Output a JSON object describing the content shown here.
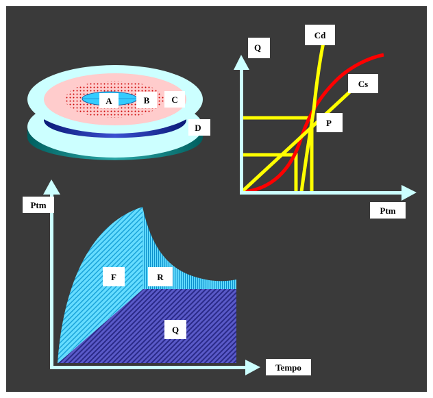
{
  "colors": {
    "background": "#3a3a3a",
    "frame": "#ffffff",
    "arrow": "#ccffff",
    "curve_red": "#ff0000",
    "curve_yellow": "#ffff00",
    "disc_outer": "#ccffff",
    "disc_pink": "#ffcccc",
    "disc_red_dots": "#cc0000",
    "disc_core": "#33ccff",
    "disc_side_blue": "#1a2a99",
    "disc_side_teal": "#008080",
    "area_light_blue": "#33ccff",
    "area_dark_blue": "#333399",
    "label_box": "#ffffff"
  },
  "disc": {
    "labels": {
      "a": "A",
      "b": "B",
      "c": "C",
      "d": "D"
    }
  },
  "qp_chart": {
    "y_axis_label": "Q",
    "x_axis_label": "Ptm",
    "curve_cd_label": "Cd",
    "curve_cs_label": "Cs",
    "point_label": "P"
  },
  "time_chart": {
    "y_axis_label": "Ptm",
    "x_axis_label": "Tempo",
    "region_f_label": "F",
    "region_r_label": "R",
    "region_q_label": "Q"
  }
}
